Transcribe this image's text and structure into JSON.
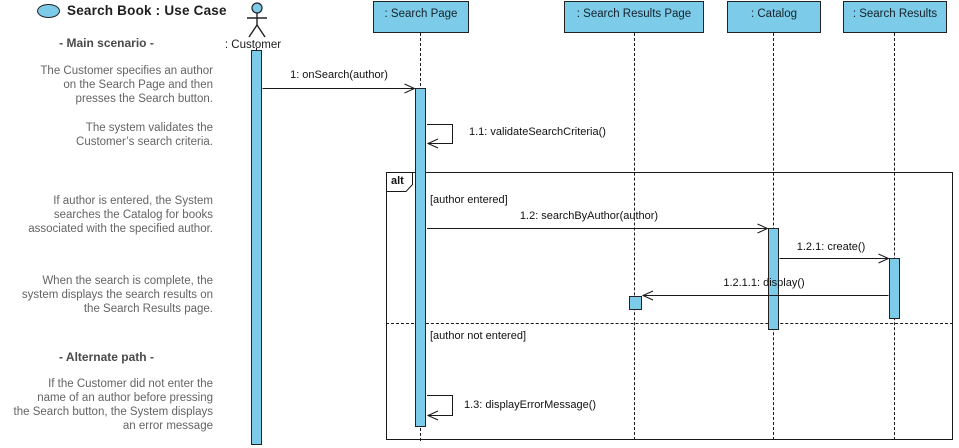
{
  "title": "Search Book : Use Case",
  "sidebar_notes": [
    {
      "type": "heading",
      "text": "- Main scenario -"
    },
    {
      "type": "note",
      "text": "The Customer specifies an author\non the Search Page and then\npresses the Search button."
    },
    {
      "type": "note",
      "text": "The system validates the\nCustomer’s search criteria."
    },
    {
      "type": "note",
      "text": "If author is entered, the System\nsearches the Catalog for books\nassociated with the specified author."
    },
    {
      "type": "note",
      "text": "When the search is complete, the\nsystem displays the search results on\nthe Search Results page."
    },
    {
      "type": "heading",
      "text": "- Alternate path -"
    },
    {
      "type": "note",
      "text": "If the Customer did not enter the\nname of an author before pressing\nthe Search button, the System displays\nan error message"
    }
  ],
  "actor": {
    "label": ": Customer"
  },
  "lifelines": [
    {
      "label": ": Search Page"
    },
    {
      "label": ": Search Results Page"
    },
    {
      "label": ": Catalog"
    },
    {
      "label": ": Search Results"
    }
  ],
  "fragment": {
    "operator": "alt",
    "guards": [
      {
        "text": "[author entered]"
      },
      {
        "text": "[author not entered]"
      }
    ]
  },
  "messages": [
    {
      "label": "1: onSearch(author)"
    },
    {
      "label": "1.1: validateSearchCriteria()"
    },
    {
      "label": "1.2: searchByAuthor(author)"
    },
    {
      "label": "1.2.1: create()"
    },
    {
      "label": "1.2.1.1: display()"
    },
    {
      "label": "1.3: displayErrorMessage()"
    }
  ],
  "colors": {
    "shape_fill": "#7CCBE9",
    "shape_border": "#222222",
    "line_color": "#1A1A1A",
    "note_text": "#646464",
    "heading_text": "#4A4A4A",
    "label_text": "#111111"
  }
}
